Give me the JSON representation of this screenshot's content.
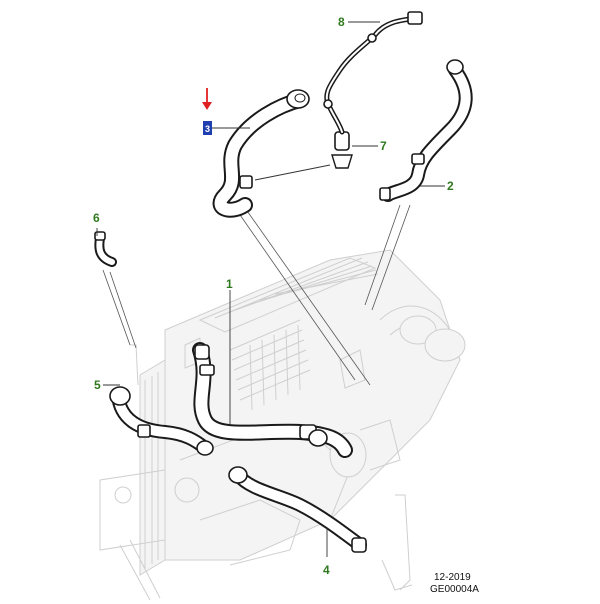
{
  "callouts": [
    {
      "id": "1",
      "label": "1"
    },
    {
      "id": "2",
      "label": "2"
    },
    {
      "id": "3",
      "label": "3"
    },
    {
      "id": "4",
      "label": "4"
    },
    {
      "id": "5",
      "label": "5"
    },
    {
      "id": "6",
      "label": "6"
    },
    {
      "id": "7",
      "label": "7"
    },
    {
      "id": "8",
      "label": "8"
    }
  ],
  "highlighted_callout": "3",
  "footer": {
    "date": "12-2019",
    "code": "GE00004A"
  },
  "colors": {
    "callout_text": "#2f7a1f",
    "highlight_box": "#1f3fb0",
    "highlight_text": "#ffffff",
    "pointer_arrow": "#e02020",
    "ghost_parts": "#cfcfcf",
    "hose_outline": "#1a1a1a"
  }
}
